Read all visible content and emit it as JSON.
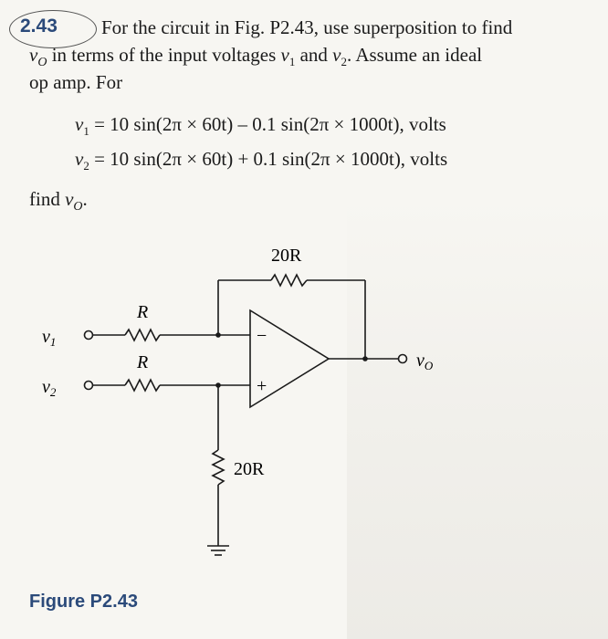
{
  "problem": {
    "number": "2.43",
    "line1": "For the circuit in Fig. P2.43, use superposition to find",
    "line2_var": "v",
    "line2_sub": "O",
    "line2_text": " in terms of the input voltages ",
    "line2_v1": "v",
    "line2_v1_sub": "1",
    "line2_and": " and ",
    "line2_v2": "v",
    "line2_v2_sub": "2",
    "line2_end": ". Assume an ideal",
    "line3": "op amp. For"
  },
  "equations": [
    {
      "lhs": "v",
      "sub": "1",
      "rhs": " = 10 sin(2π × 60t) – 0.1 sin(2π × 1000t), volts"
    },
    {
      "lhs": "v",
      "sub": "2",
      "rhs": " = 10 sin(2π × 60t) + 0.1 sin(2π × 1000t), volts"
    }
  ],
  "find": {
    "text": "find ",
    "var": "v",
    "sub": "O",
    "end": "."
  },
  "circuit": {
    "feedback_resistor": "20R",
    "input_resistor_1": "R",
    "input_resistor_2": "R",
    "ground_resistor": "20R",
    "input1_label": "v",
    "input1_sub": "1",
    "input2_label": "v",
    "input2_sub": "2",
    "output_label": "v",
    "output_sub": "O",
    "minus_sign": "−",
    "plus_sign": "+"
  },
  "figure_caption": "Figure P2.43",
  "colors": {
    "accent": "#2b4a7a",
    "ink": "#1a1a1a",
    "background": "#f7f6f2"
  }
}
